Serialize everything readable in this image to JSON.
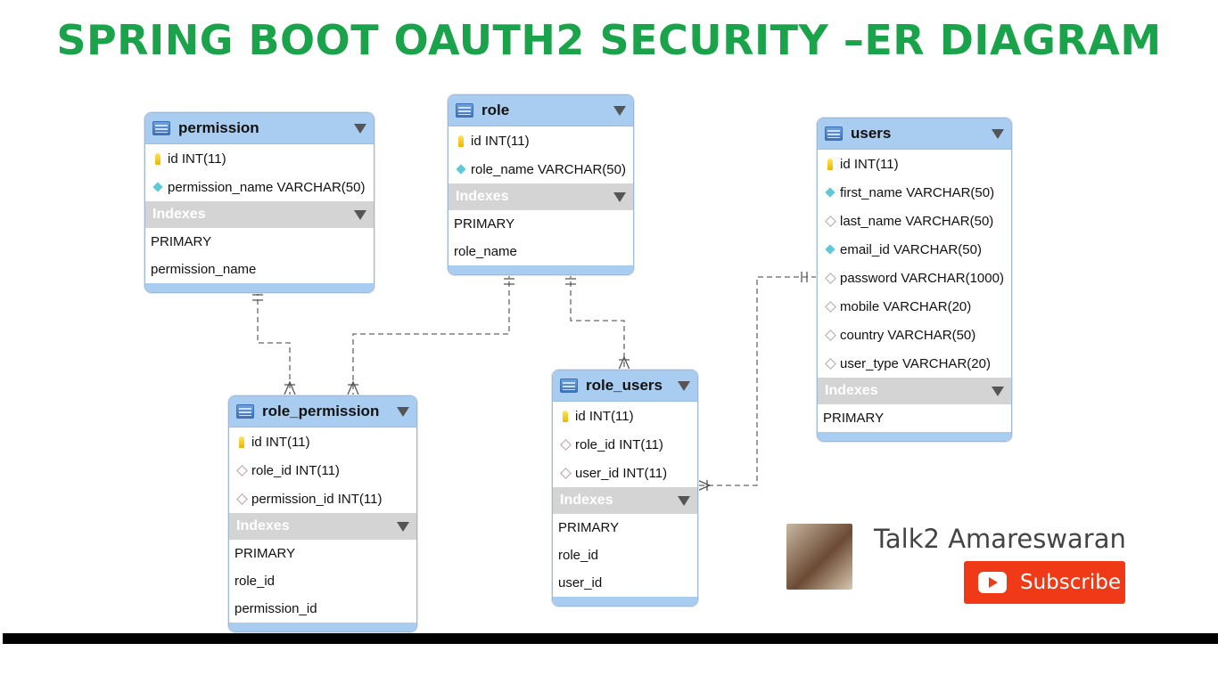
{
  "title": "SPRING BOOT OAUTH2 SECURITY –ER DIAGRAM",
  "indexes_label": "Indexes",
  "entities": {
    "permission": {
      "name": "permission",
      "columns": [
        {
          "icon": "primary-key-icon",
          "text": "id INT(11)"
        },
        {
          "icon": "unique-column-icon",
          "text": "permission_name VARCHAR(50)"
        }
      ],
      "indexes": [
        "PRIMARY",
        "permission_name"
      ]
    },
    "role": {
      "name": "role",
      "columns": [
        {
          "icon": "primary-key-icon",
          "text": "id INT(11)"
        },
        {
          "icon": "unique-column-icon",
          "text": "role_name VARCHAR(50)"
        }
      ],
      "indexes": [
        "PRIMARY",
        "role_name"
      ]
    },
    "users": {
      "name": "users",
      "columns": [
        {
          "icon": "primary-key-icon",
          "text": "id INT(11)"
        },
        {
          "icon": "unique-column-icon",
          "text": "first_name VARCHAR(50)"
        },
        {
          "icon": "nullable-column-icon",
          "text": "last_name VARCHAR(50)"
        },
        {
          "icon": "unique-column-icon",
          "text": "email_id VARCHAR(50)"
        },
        {
          "icon": "nullable-column-icon",
          "text": "password VARCHAR(1000)"
        },
        {
          "icon": "nullable-column-icon",
          "text": "mobile VARCHAR(20)"
        },
        {
          "icon": "nullable-column-icon",
          "text": "country VARCHAR(50)"
        },
        {
          "icon": "nullable-column-icon",
          "text": "user_type VARCHAR(20)"
        }
      ],
      "indexes": [
        "PRIMARY"
      ]
    },
    "role_permission": {
      "name": "role_permission",
      "columns": [
        {
          "icon": "primary-key-icon",
          "text": "id INT(11)"
        },
        {
          "icon": "foreign-key-icon",
          "text": "role_id INT(11)"
        },
        {
          "icon": "foreign-key-icon",
          "text": "permission_id INT(11)"
        }
      ],
      "indexes": [
        "PRIMARY",
        "role_id",
        "permission_id"
      ]
    },
    "role_users": {
      "name": "role_users",
      "columns": [
        {
          "icon": "primary-key-icon",
          "text": "id INT(11)"
        },
        {
          "icon": "foreign-key-icon",
          "text": "role_id INT(11)"
        },
        {
          "icon": "foreign-key-icon",
          "text": "user_id INT(11)"
        }
      ],
      "indexes": [
        "PRIMARY",
        "role_id",
        "user_id"
      ]
    }
  },
  "relationships": [
    {
      "from": "permission",
      "to": "role_permission",
      "type": "one-to-many"
    },
    {
      "from": "role",
      "to": "role_permission",
      "type": "one-to-many"
    },
    {
      "from": "role",
      "to": "role_users",
      "type": "one-to-many"
    },
    {
      "from": "users",
      "to": "role_users",
      "type": "one-to-many"
    }
  ],
  "branding": {
    "channel_name": "Talk2 Amareswaran",
    "subscribe_label": "Subscribe",
    "subscribe_color": "#f03a17",
    "title_color": "#1aa34a"
  }
}
